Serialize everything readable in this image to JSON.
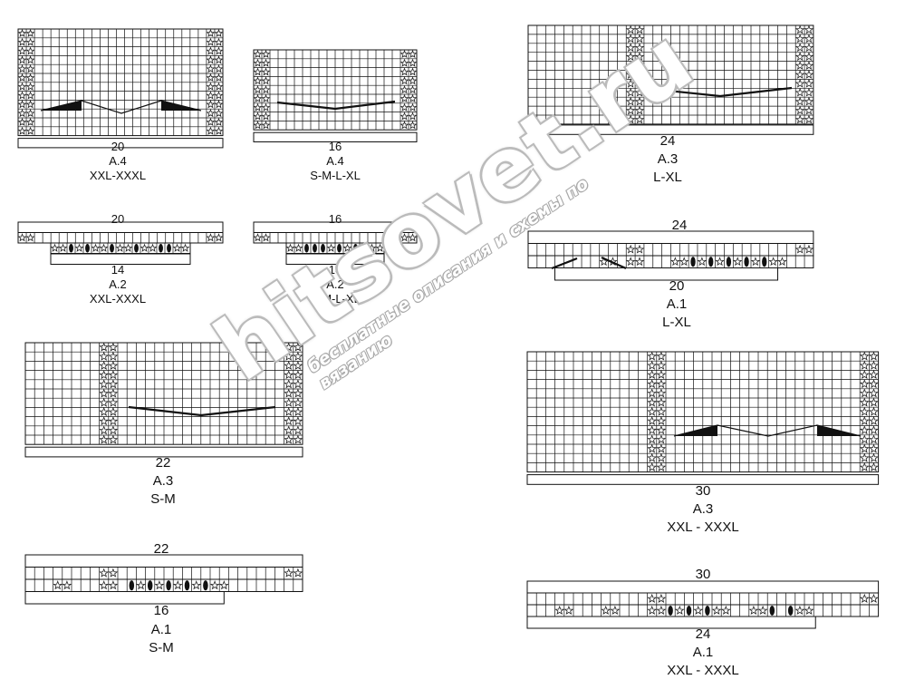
{
  "watermark": {
    "main": "hitsovet.ru",
    "sub": "бесплатные описания и схемы по вязанию"
  },
  "diagrams": [
    {
      "id": "a4-xxl",
      "total": "20",
      "pattern": "A.4",
      "size": "XXL-XXXL"
    },
    {
      "id": "a4-sml",
      "total": "16",
      "pattern": "A.4",
      "size": "S-M-L-XL"
    },
    {
      "id": "a2-xxl",
      "total": "20",
      "inner": "14",
      "pattern": "A.2",
      "size": "XXL-XXXL"
    },
    {
      "id": "a2-sml",
      "total": "16",
      "inner": "10",
      "pattern": "A.2",
      "size": "S-M-L-XL"
    },
    {
      "id": "a3-lxl",
      "total": "24",
      "pattern": "A.3",
      "size": "L-XL"
    },
    {
      "id": "a1-lxl",
      "total": "24",
      "inner": "20",
      "pattern": "A.1",
      "size": "L-XL"
    },
    {
      "id": "a3-sm",
      "total": "22",
      "pattern": "A.3",
      "size": "S-M"
    },
    {
      "id": "a1-sm",
      "total": "22",
      "inner": "16",
      "pattern": "A.1",
      "size": "S-M"
    },
    {
      "id": "a3-xxl",
      "total": "30",
      "pattern": "A.3",
      "size": "XXL - XXXL"
    },
    {
      "id": "a1-xxl",
      "total": "30",
      "inner": "24",
      "pattern": "A.1",
      "size": "XXL - XXXL"
    }
  ],
  "symbols": {
    "star": "star-stitch-icon",
    "oval": "bobble-stitch-icon"
  },
  "colors": {
    "line": "#111111",
    "star": "#222222",
    "background": "#ffffff"
  }
}
